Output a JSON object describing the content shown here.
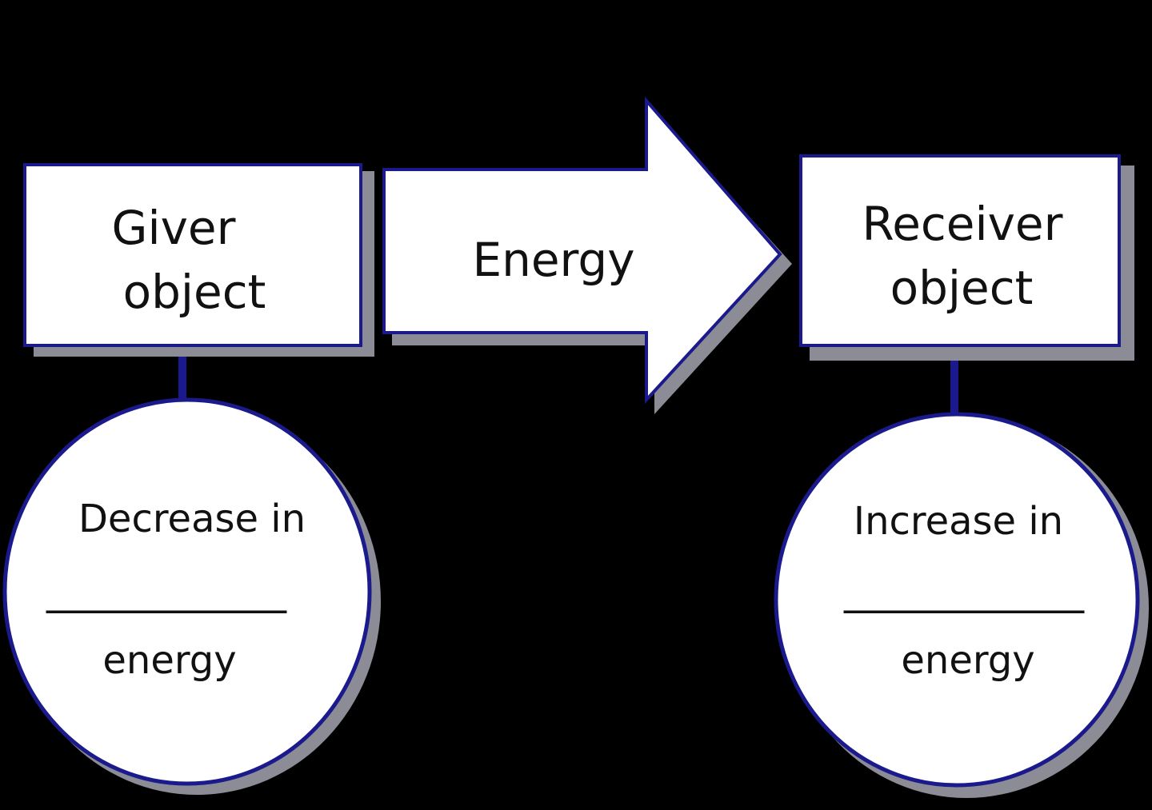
{
  "diagram": {
    "giver_box": {
      "line1": "Giver",
      "line2": "object"
    },
    "arrow": {
      "label": "Energy"
    },
    "receiver_box": {
      "line1": "Receiver",
      "line2": "object"
    },
    "giver_circle": {
      "line1": "Decrease in",
      "blank": "____________",
      "line2": "energy"
    },
    "receiver_circle": {
      "line1": "Increase in",
      "blank": "____________",
      "line2": "energy"
    }
  },
  "colors": {
    "background": "#000000",
    "shape_fill": "#ffffff",
    "outline": "#1a1a8c",
    "shadow": "#8c8c96",
    "text": "#111111"
  }
}
